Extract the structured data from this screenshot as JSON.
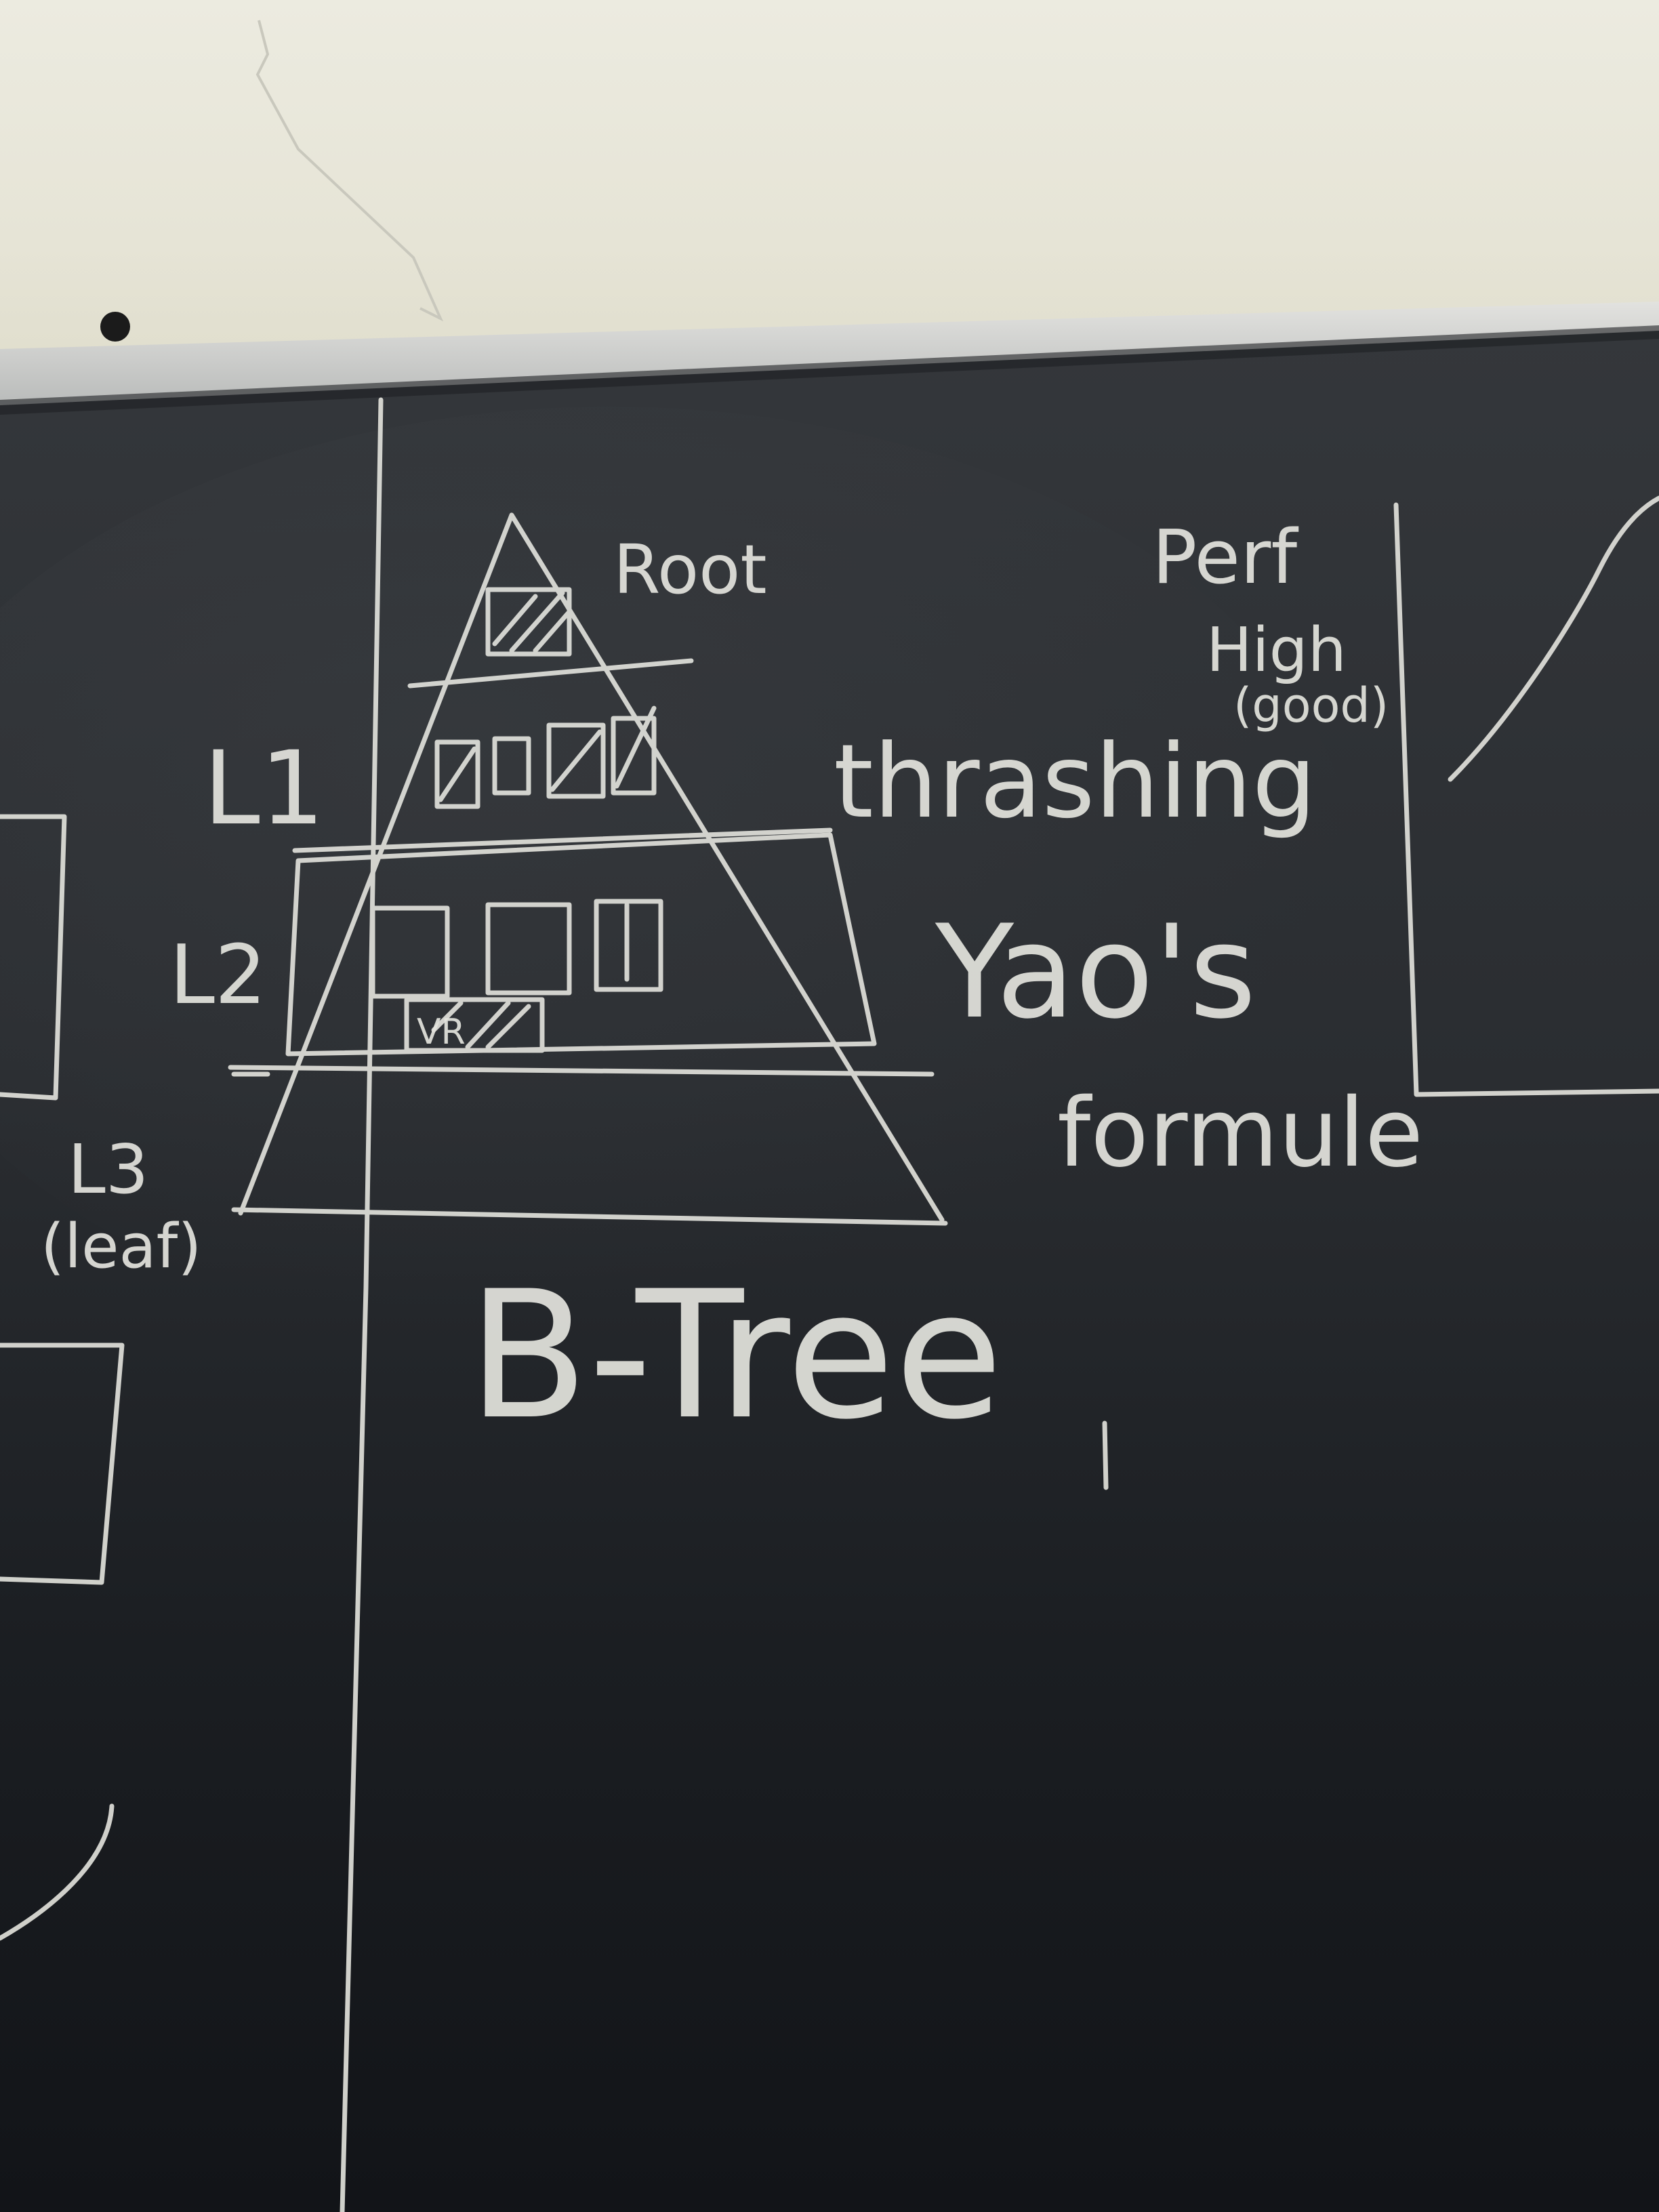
{
  "labels": {
    "root": "Root",
    "l1": "L1",
    "l2": "L2",
    "l3": "L3",
    "leaf": "(leaf)",
    "thrashing": "thrashing",
    "yaos": "Yao's",
    "formule": "formule",
    "title": "B-Tree",
    "perf": "Perf",
    "high": "High",
    "good": "(good)",
    "node_key": "VR"
  },
  "colors": {
    "wall": "#e8e6da",
    "tray": "#cfd0cf",
    "board": "#2a2c2f",
    "board_bottom": "#14161a",
    "chalk": "#e4e4de"
  }
}
